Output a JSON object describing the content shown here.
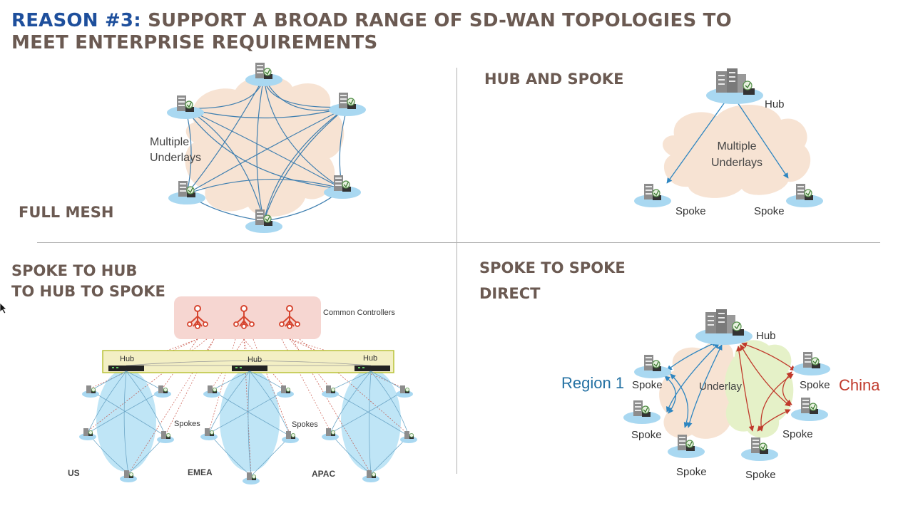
{
  "slide": {
    "title_accent": "REASON #3:",
    "title_rest": "SUPPORT A BROAD RANGE OF SD-WAN TOPOLOGIES TO MEET ENTERPRISE REQUIREMENTS"
  },
  "full_mesh": {
    "heading": "FULL MESH",
    "underlay_line1": "Multiple",
    "underlay_line2": "Underlays"
  },
  "hub_spoke": {
    "heading": "HUB AND SPOKE",
    "hub_label": "Hub",
    "underlay_line1": "Multiple",
    "underlay_line2": "Underlays",
    "spoke_left": "Spoke",
    "spoke_right": "Spoke"
  },
  "s2h2h2s": {
    "heading_line1": "SPOKE TO HUB",
    "heading_line2": "TO HUB TO SPOKE",
    "controllers_label": "Common Controllers",
    "hub1": "Hub",
    "hub2": "Hub",
    "hub3": "Hub",
    "spokes1": "Spokes",
    "spokes2": "Spokes",
    "region_us": "US",
    "region_emea": "EMEA",
    "region_apac": "APAC"
  },
  "s2s": {
    "heading_line1": "SPOKE TO SPOKE",
    "heading_line2": "DIRECT",
    "hub_label": "Hub",
    "underlay": "Underlay",
    "region1": "Region 1",
    "china": "China",
    "spoke_l1": "Spoke",
    "spoke_l2": "Spoke",
    "spoke_l3": "Spoke",
    "spoke_r1": "Spoke",
    "spoke_r2": "Spoke",
    "spoke_r3": "Spoke"
  },
  "colors": {
    "title_accent": "#1e4f9c",
    "heading": "#6b5a52",
    "mesh_line": "#3f7fb0",
    "cloud": "#f7e3d3",
    "controller_box": "#f6d6d1",
    "controller_icon": "#d6452f",
    "hub_band": "#f3efc4",
    "region_ellipse": "#bfe5f6",
    "china_cloud": "#e5f1c8",
    "arrow_red": "#c0392b",
    "arrow_blue": "#2e86c1",
    "region1_text": "#2471a3",
    "china_text": "#c0392b"
  },
  "icons": [
    "server-building-icon",
    "router-icon",
    "controller-tree-icon",
    "cloud-shape",
    "mouse-cursor-icon"
  ]
}
